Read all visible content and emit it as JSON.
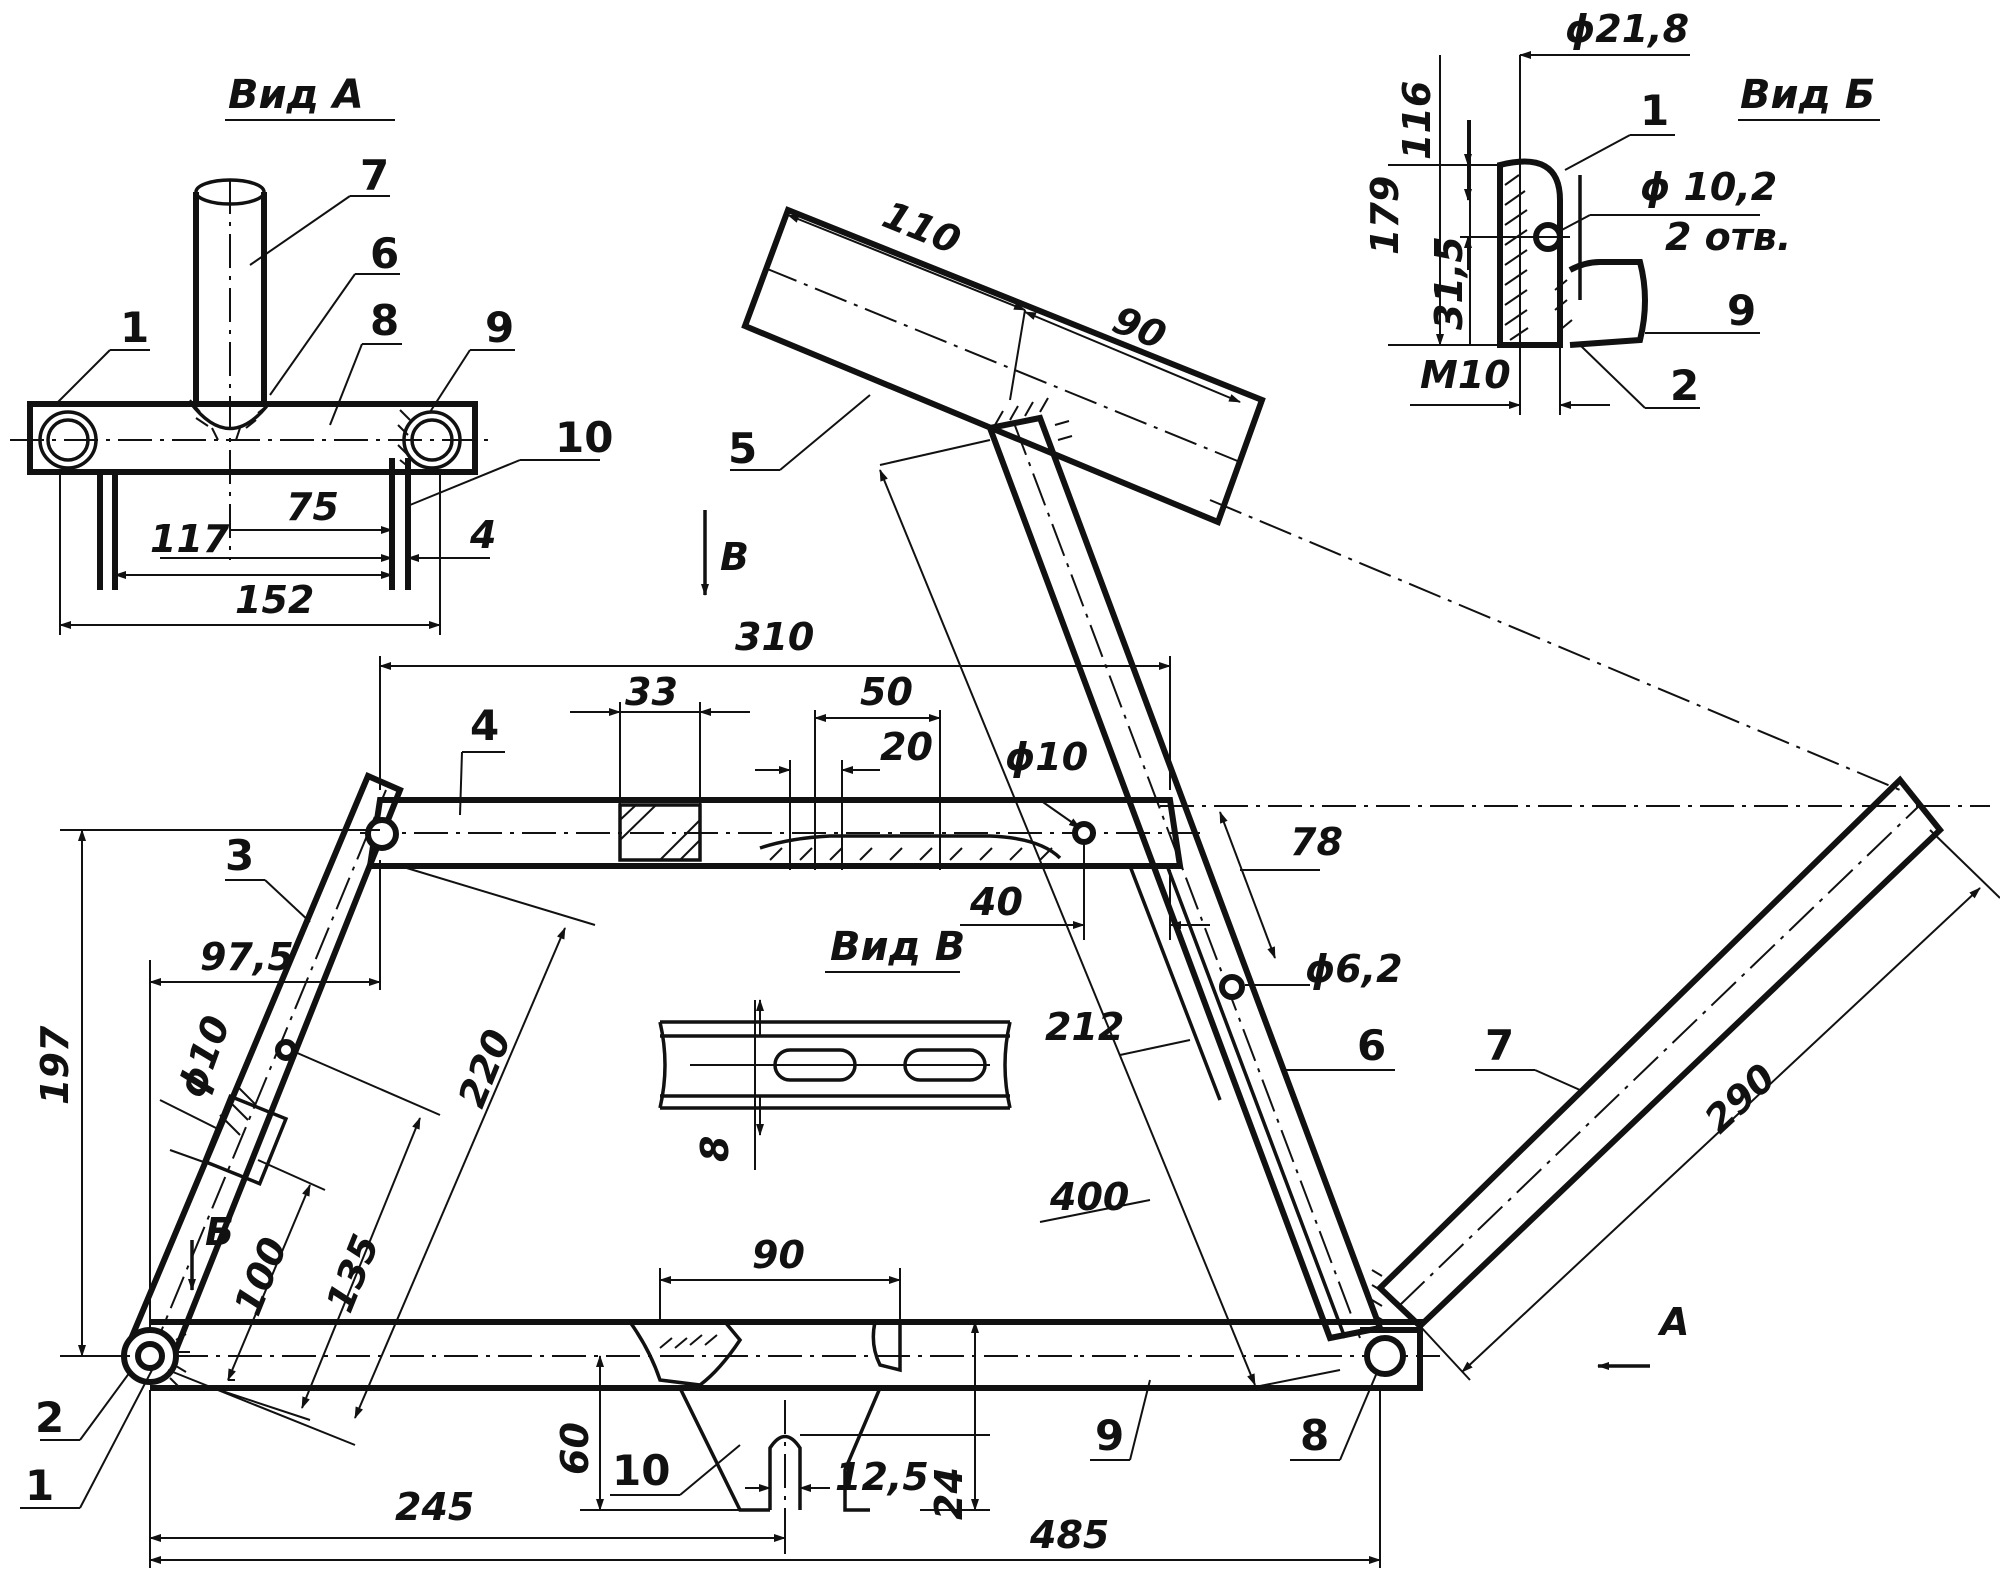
{
  "views": {
    "a": "Вид А",
    "b": "Вид Б",
    "v": "Вид В"
  },
  "parts": {
    "p1": "1",
    "p2": "2",
    "p3": "3",
    "p4": "4",
    "p5": "5",
    "p6": "6",
    "p7": "7",
    "p8": "8",
    "p9": "9",
    "p10": "10"
  },
  "arrows": {
    "a": "A",
    "b": "Б",
    "v": "В"
  },
  "dims": {
    "d310": "310",
    "d33": "33",
    "d50": "50",
    "d20": "20",
    "d40": "40",
    "d78": "78",
    "d197": "197",
    "d97_5": "97,5",
    "phi10": "ϕ10",
    "phi10_main": "ϕ10",
    "d220": "220",
    "d100": "100",
    "d135": "135",
    "d212": "212",
    "d8": "8",
    "d400": "400",
    "phi6_2": "ϕ6,2",
    "d290": "290",
    "d90_bottom": "90",
    "d60": "60",
    "d12_5": "12,5",
    "d24": "24",
    "d245": "245",
    "d485": "485",
    "d110": "110",
    "d90_top": "90",
    "d75": "75",
    "d117": "117",
    "d4": "4",
    "d152": "152",
    "phi21_8": "ϕ21,8",
    "d116": "116",
    "d179": "179",
    "d31_5": "31,5",
    "phi10_2": "ϕ 10,2",
    "holes": "2 отв.",
    "m10": "M10"
  }
}
